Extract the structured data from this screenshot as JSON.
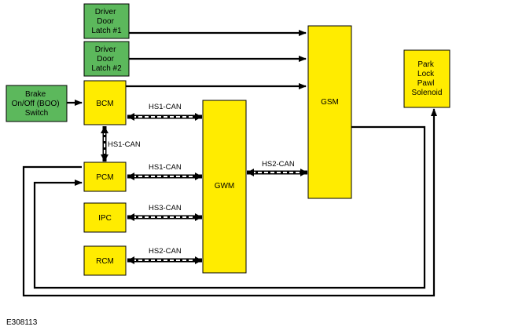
{
  "diagram": {
    "figure_id": "E308113",
    "colors": {
      "green_fill": "#5cb85c",
      "yellow_fill": "#ffec00",
      "box_stroke": "#000000",
      "line": "#000000",
      "dash_light": "#ffffff"
    },
    "nodes": {
      "latch1": [
        "Driver",
        "Door",
        "Latch #1"
      ],
      "latch2": [
        "Driver",
        "Door",
        "Latch #2"
      ],
      "boo": [
        "Brake",
        "On/Off (BOO)",
        "Switch"
      ],
      "bcm": [
        "BCM"
      ],
      "pcm": [
        "PCM"
      ],
      "ipc": [
        "IPC"
      ],
      "rcm": [
        "RCM"
      ],
      "gwm": [
        "GWM"
      ],
      "gsm": [
        "GSM"
      ],
      "park": [
        "Park",
        "Lock",
        "Pawl",
        "Solenoid"
      ]
    },
    "bus_labels": {
      "bcm_gwm": "HS1-CAN",
      "bcm_pcm": "HS1-CAN",
      "pcm_gwm": "HS1-CAN",
      "ipc_gwm": "HS3-CAN",
      "rcm_gwm": "HS2-CAN",
      "gwm_gsm": "HS2-CAN"
    }
  }
}
